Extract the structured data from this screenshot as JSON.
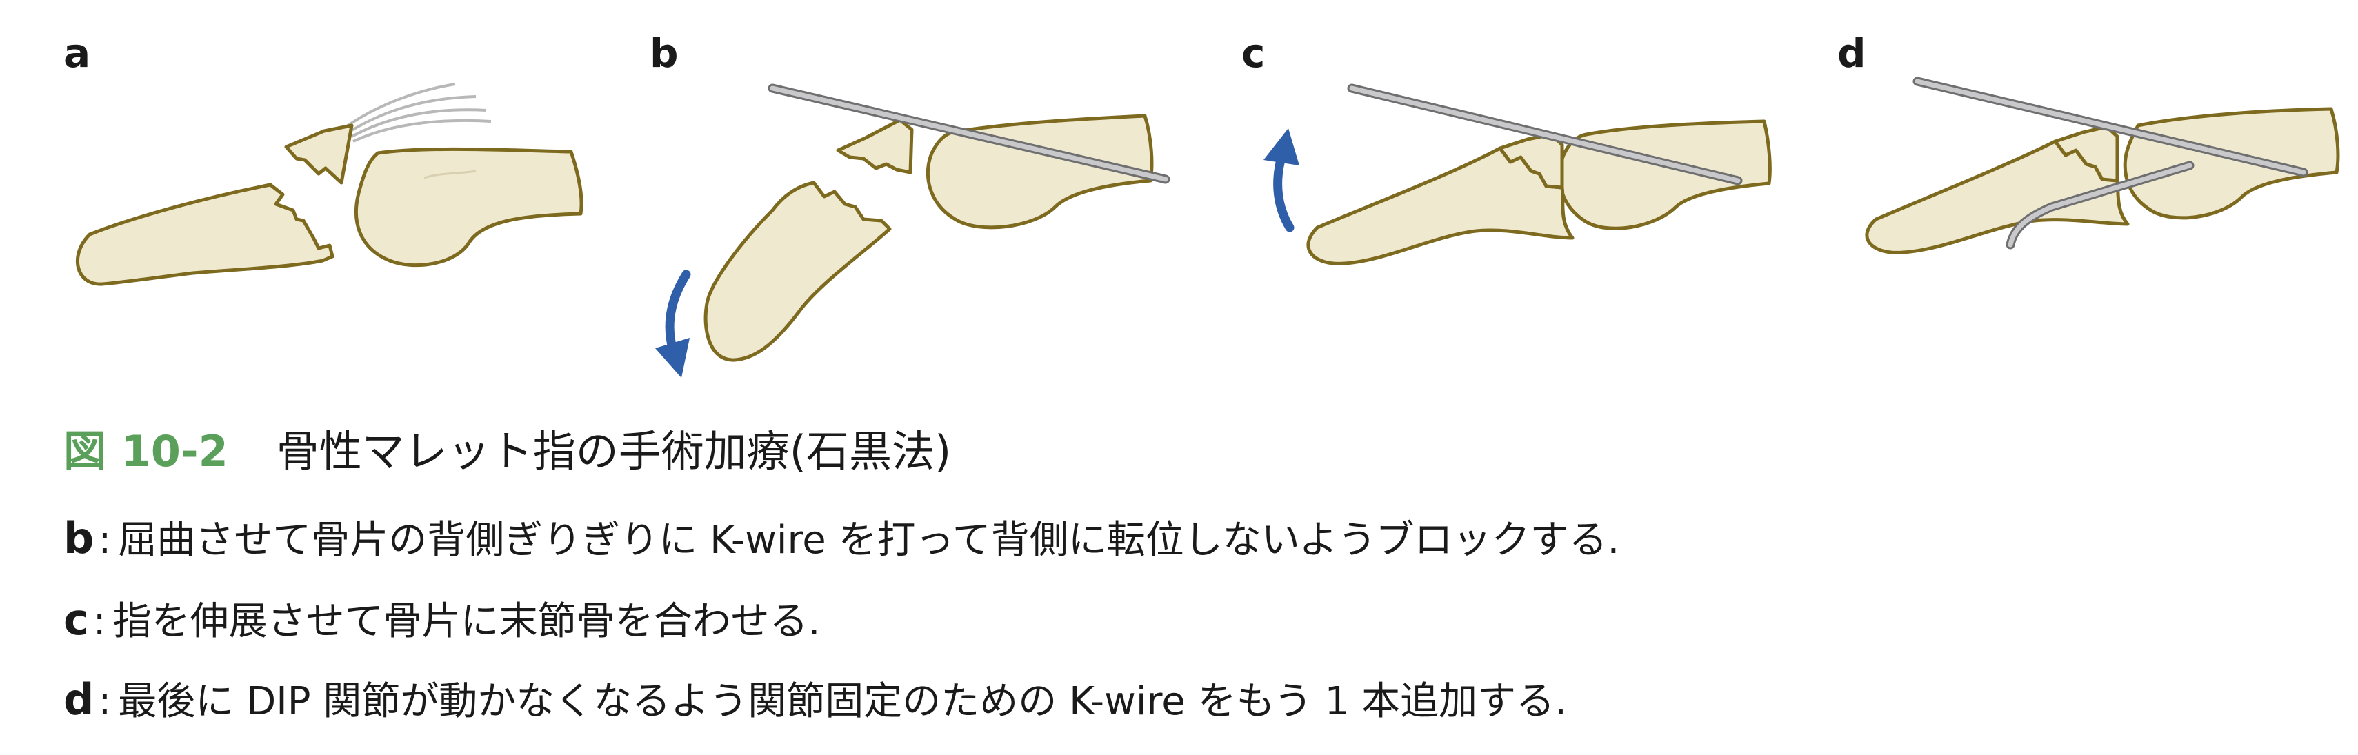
{
  "colors": {
    "bone_fill": "#efe9cf",
    "bone_outline": "#7d6a1e",
    "wire": "#a8a8aa",
    "arrow": "#2f5fa8",
    "figure_number": "#5aa05a"
  },
  "panels": [
    {
      "label": "a"
    },
    {
      "label": "b"
    },
    {
      "label": "c"
    },
    {
      "label": "d"
    }
  ],
  "caption": {
    "figure_number": "図 10-2",
    "title": "骨性マレット指の手術加療(石黒法)",
    "lines": [
      {
        "key": "b",
        "separator": ":",
        "text": "屈曲させて骨片の背側ぎりぎりに K-wire を打って背側に転位しないようブロックする."
      },
      {
        "key": "c",
        "separator": ":",
        "text": "指を伸展させて骨片に末節骨を合わせる."
      },
      {
        "key": "d",
        "separator": ":",
        "text": "最後に DIP 関節が動かなくなるよう関節固定のための K-wire をもう 1 本追加する."
      }
    ]
  }
}
